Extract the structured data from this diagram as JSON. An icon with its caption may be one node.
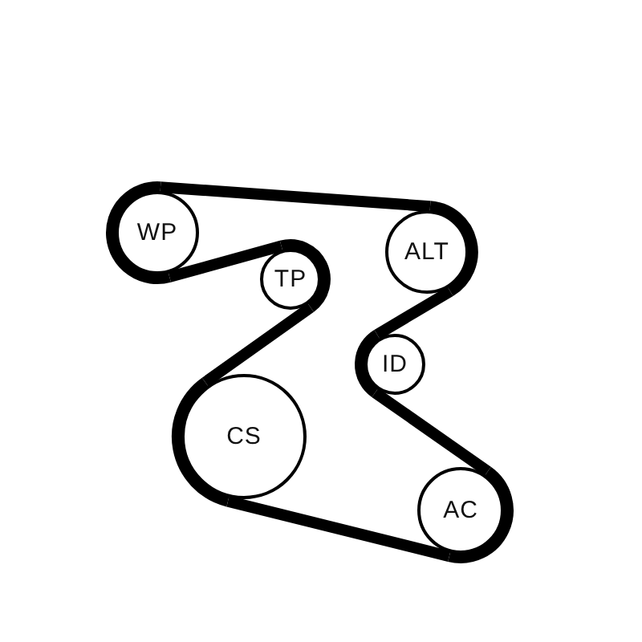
{
  "diagram": {
    "nodes": [
      {
        "text": [
          "WP"
        ]
      },
      {
        "text": [
          "ALT"
        ]
      },
      {
        "text": [
          "TP"
        ]
      },
      {
        "text": [
          "ID"
        ]
      },
      {
        "text": [
          "CS"
        ]
      },
      {
        "text": [
          "AC"
        ]
      }
    ],
    "edges": [
      {
        "from": 0,
        "to": 1,
        "arrow": "none"
      },
      {
        "from": 1,
        "to": 3,
        "arrow": "none"
      },
      {
        "from": 3,
        "to": 5,
        "arrow": "none"
      },
      {
        "from": 5,
        "to": 4,
        "arrow": "none"
      },
      {
        "from": 4,
        "to": 2,
        "arrow": "none"
      },
      {
        "from": 2,
        "to": 0,
        "arrow": "none"
      }
    ]
  }
}
